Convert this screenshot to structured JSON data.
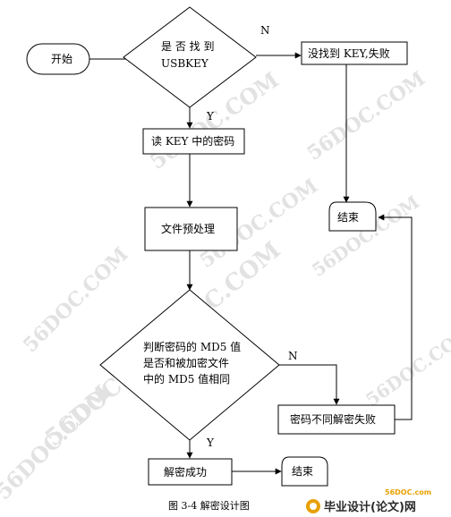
{
  "watermark": {
    "text": "56DOC.COM",
    "sub_logo": "56DOC.com",
    "brand": "毕业设计(论文)网"
  },
  "nodes": {
    "start": "开始",
    "decision_usbkey": [
      "是 否 找 到",
      "USBKEY"
    ],
    "not_found_fail": "没找到 KEY,失败",
    "read_key": "读 KEY 中的密码",
    "file_preprocess": "文件预处理",
    "end_top": "结束",
    "decision_md5": [
      "判断密码的 MD5 值",
      "是否和被加密文件",
      "中的 MD5 值相同"
    ],
    "password_fail": "密码不同解密失败",
    "decrypt_ok": "解密成功",
    "end_bottom": "结束"
  },
  "edge_labels": {
    "usbkey_no": "N",
    "usbkey_yes": "Y",
    "md5_no": "N",
    "md5_yes": "Y"
  },
  "caption": "图 3-4  解密设计图"
}
